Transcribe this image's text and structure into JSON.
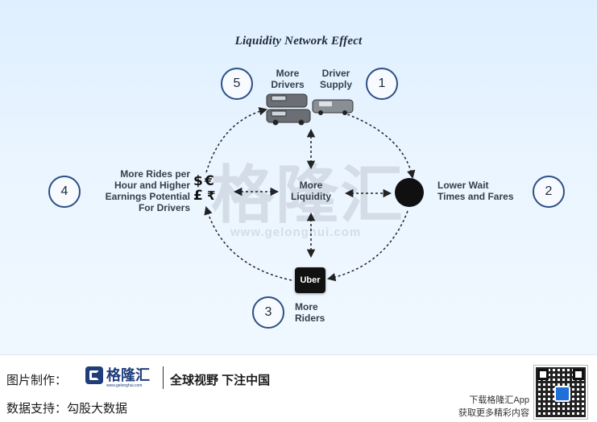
{
  "title": "Liquidity Network Effect",
  "nodes": {
    "driver_supply": {
      "number": "1",
      "label": "Driver\nSupply"
    },
    "lower_wait": {
      "number": "2",
      "label": "Lower Wait\nTimes and Fares"
    },
    "more_riders": {
      "number": "3",
      "label": "More\nRiders"
    },
    "earnings": {
      "number": "4",
      "label": "More Rides per\nHour and Higher\nEarnings Potential\nFor Drivers"
    },
    "more_drivers": {
      "number": "5",
      "label": "More\nDrivers"
    },
    "center": {
      "label": "More\nLiquidity"
    }
  },
  "currency_symbols": [
    "$",
    "€",
    "£",
    "₹"
  ],
  "uber_logo_text": "Uber",
  "watermark": {
    "chars": "格隆汇",
    "url": "www.gelonghui.com"
  },
  "footer": {
    "made_by_label": "图片制作：",
    "logo_text": "格隆汇",
    "logo_sub": "www.gelonghui.com",
    "slogan": "全球视野 下注中国",
    "data_support": "数据支持：勾股大数据",
    "app_line1": "下载格隆汇App",
    "app_line2": "获取更多精彩内容"
  },
  "colors": {
    "badge_border": "#2c4f86",
    "arrow": "#222222",
    "brand": "#1e3d7a"
  }
}
